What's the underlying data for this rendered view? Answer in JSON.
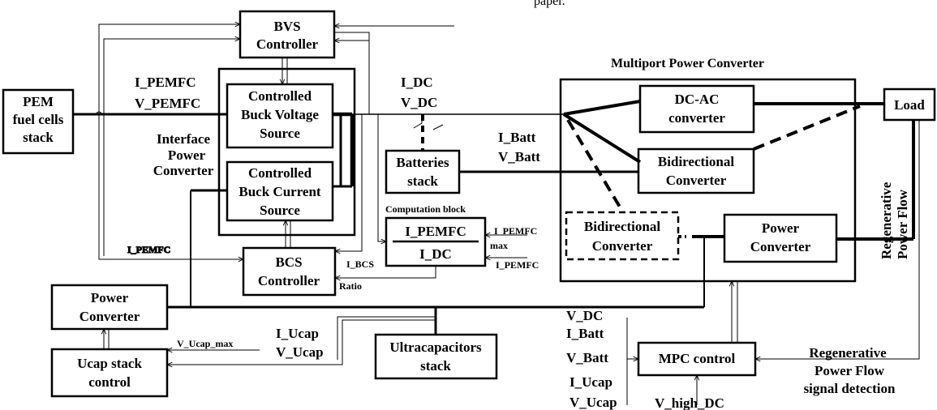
{
  "header_fragment": "paper.",
  "blocks": {
    "bvs_controller": [
      "BVS",
      "Controller"
    ],
    "pem_stack": [
      "PEM",
      "fuel cells",
      "stack"
    ],
    "controlled_buck_voltage": [
      "Controlled",
      "Buck Voltage",
      "Source"
    ],
    "controlled_buck_current": [
      "Controlled",
      "Buck Current",
      "Source"
    ],
    "interface_power_converter": [
      "Interface",
      "Power",
      "Converter"
    ],
    "batteries_stack": [
      "Batteries",
      "stack"
    ],
    "computation_block_title": "Computation block",
    "computation_numerator": "I_PEMFC",
    "computation_denominator": "I_DC",
    "bcs_controller": [
      "BCS",
      "Controller"
    ],
    "power_converter_left": [
      "Power",
      "Converter"
    ],
    "ucap_stack_control": [
      "Ucap stack",
      "control"
    ],
    "ultracapacitors_stack": [
      "Ultracapacitors",
      "stack"
    ],
    "multiport_title": "Multiport Power Converter",
    "dc_ac": [
      "DC-AC",
      "converter"
    ],
    "bidirectional_converter": [
      "Bidirectional",
      "Converter"
    ],
    "bidirectional_converter_dashed": [
      "Bidirectional",
      "Converter"
    ],
    "power_converter_right": [
      "Power",
      "Converter"
    ],
    "load": "Load",
    "mpc_control": "MPC control"
  },
  "signals": {
    "i_pemfc": "I_PEMFC",
    "v_pemfc": "V_PEMFC",
    "i_dc": "I_DC",
    "v_dc": "V_DC",
    "i_batt": "I_Batt",
    "v_batt": "V_Batt",
    "i_pemfc_bcs": "I_PEMFC",
    "i_bcs": "I_BCS",
    "ratio": "Ratio",
    "i_pemfc_max_1": "I_PEMFC",
    "i_pemfc_max_2": "max",
    "i_pemfc_right": "I_PEMFC",
    "i_ucap": "I_Ucap",
    "v_ucap": "V_Ucap",
    "v_ucap_max": "V_Ucap_max",
    "regen_vertical": [
      "Regenerative",
      "Power Flow"
    ],
    "regen_signal": [
      "Regenerative",
      "Power Flow",
      "signal detection"
    ],
    "mpc_in_v_dc": "V_DC",
    "mpc_in_i_batt": "I_Batt",
    "mpc_in_v_batt": "V_Batt",
    "mpc_in_i_ucap": "I_Ucap",
    "mpc_in_v_ucap": "V_Ucap",
    "v_high_dc": "V_high_DC"
  }
}
